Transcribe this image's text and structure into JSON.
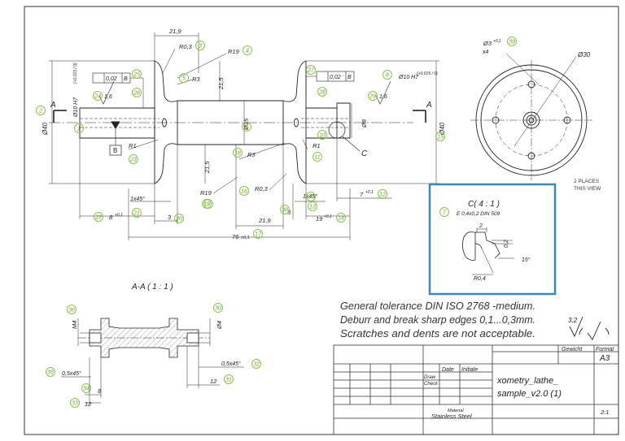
{
  "drawing": {
    "main_dims": [
      {
        "id": "d1",
        "text": "21,9"
      },
      {
        "id": "d2",
        "text": "R0,3"
      },
      {
        "id": "d3",
        "text": "R19"
      },
      {
        "id": "d4",
        "text": "R3"
      },
      {
        "id": "d5",
        "text": "21,5"
      },
      {
        "id": "d6",
        "text": "Ø15"
      },
      {
        "id": "d7",
        "text": "Ø10 H7"
      },
      {
        "id": "d8",
        "text": "(+0,015 / 0)"
      },
      {
        "id": "d9",
        "text": "Ø10 H7"
      },
      {
        "id": "d10",
        "text": "(+0,015 / 0)"
      },
      {
        "id": "d11",
        "text": "0,02"
      },
      {
        "id": "d12",
        "text": "B"
      },
      {
        "id": "d13",
        "text": "0,02"
      },
      {
        "id": "d14",
        "text": "B"
      },
      {
        "id": "d15",
        "text": "1,6"
      },
      {
        "id": "d16",
        "text": "1,6"
      },
      {
        "id": "d17",
        "text": "Ø40"
      },
      {
        "id": "d18",
        "text": "Ø40"
      },
      {
        "id": "d19",
        "text": "Ø8"
      },
      {
        "id": "d20",
        "text": "R1"
      },
      {
        "id": "d21",
        "text": "R1"
      },
      {
        "id": "d22",
        "text": "R3"
      },
      {
        "id": "d23",
        "text": "21,5"
      },
      {
        "id": "d24",
        "text": "R19"
      },
      {
        "id": "d25",
        "text": "R0,3"
      },
      {
        "id": "d26",
        "text": "1x45°"
      },
      {
        "id": "d27",
        "text": "1x45°"
      },
      {
        "id": "d28",
        "text": "7"
      },
      {
        "id": "d29",
        "text": "+0,1"
      },
      {
        "id": "d30",
        "text": "8"
      },
      {
        "id": "d31",
        "text": "+0,1"
      },
      {
        "id": "d32",
        "text": "3"
      },
      {
        "id": "d33",
        "text": "3"
      },
      {
        "id": "d34",
        "text": "21,9"
      },
      {
        "id": "d35",
        "text": "19"
      },
      {
        "id": "d36",
        "text": "+0,1"
      },
      {
        "id": "d37",
        "text": "76"
      },
      {
        "id": "d38",
        "text": "±0,1"
      },
      {
        "id": "d39",
        "text": "B"
      },
      {
        "id": "d40",
        "text": "C"
      },
      {
        "id": "d41",
        "text": "A"
      },
      {
        "id": "d42",
        "text": "A"
      }
    ],
    "balloons": [
      "1",
      "2",
      "3",
      "4",
      "5",
      "6",
      "7",
      "8",
      "9",
      "10",
      "11",
      "12",
      "13",
      "14",
      "15",
      "16",
      "17",
      "18",
      "19",
      "20",
      "21",
      "22",
      "23",
      "24",
      "25",
      "26",
      "27",
      "28",
      "29",
      "30",
      "31",
      "32",
      "33",
      "34",
      "35",
      "36",
      "37",
      "38",
      "39"
    ],
    "end_view": {
      "hole_label": "Ø3",
      "hole_tol": "+0,1",
      "hole_count": "x4",
      "pcd_label": "Ø30",
      "places_note_1": "2 PLACES",
      "places_note_2": "THIS VIEW"
    },
    "detail": {
      "title": "C( 4 : 1 )",
      "subtitle": "E 0,4x0,2 DIN 509",
      "dim_a": "2",
      "dim_b": "0,2",
      "dim_c": "15°",
      "dim_d": "R0,4"
    },
    "section": {
      "title": "A-A ( 1 : 1 )",
      "m4": "M4",
      "d4": "Ø4",
      "cham_left": "0,5x45°",
      "cham_right": "0,5x45°",
      "dim_8": "8",
      "dim_12_left": "12",
      "dim_12_right": "12"
    },
    "notes": [
      "General tolerance DIN ISO 2768 -medium.",
      "Deburr and break sharp edges 0,1...0,3mm.",
      "Scratches and dents are not acceptable."
    ],
    "roughness": "3,2"
  },
  "title_block": {
    "gewicht": "Gewicht",
    "format": "Format",
    "format_value": "A3",
    "date": "Date",
    "initiale": "Initiale",
    "draw": "Draw",
    "check": "Check",
    "title_1": "xometry_lathe_",
    "title_2": "sample_v2.0 (1)",
    "material_label": "Material",
    "material_value": "Stainless Steel",
    "scale": "2:1"
  },
  "colors": {
    "line": "#222222",
    "balloon": "#8fc24a",
    "detail_frame": "#3d86b8"
  }
}
